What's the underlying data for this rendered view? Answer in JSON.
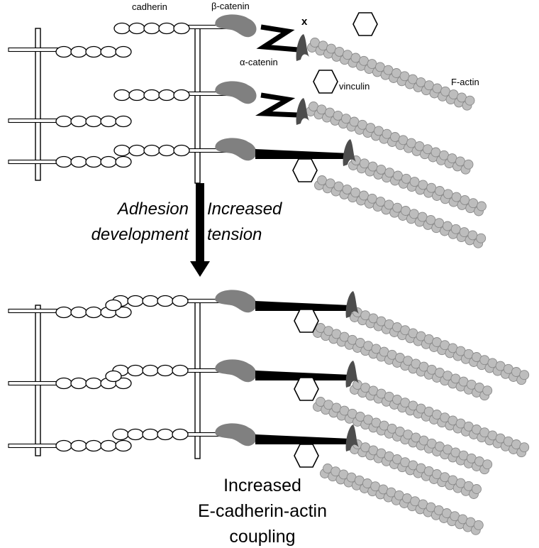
{
  "labels": {
    "cadherin": "cadherin",
    "beta_catenin": "β-catenin",
    "alpha_catenin": "α-catenin",
    "vinculin": "vinculin",
    "f_actin": "F-actin",
    "x_mark": "x"
  },
  "transition": {
    "left_line1": "Adhesion",
    "left_line2": "development",
    "right_line1": "Increased",
    "right_line2": "tension"
  },
  "caption": {
    "line1": "Increased",
    "line2": "E-cadherin-actin",
    "line3": "coupling"
  },
  "colors": {
    "beta_catenin": "#808080",
    "alpha_catenin": "#000000",
    "actin_bead": "#bdbdbd",
    "actin_hook": "#4d4d4d",
    "membrane": "#ffffff"
  }
}
